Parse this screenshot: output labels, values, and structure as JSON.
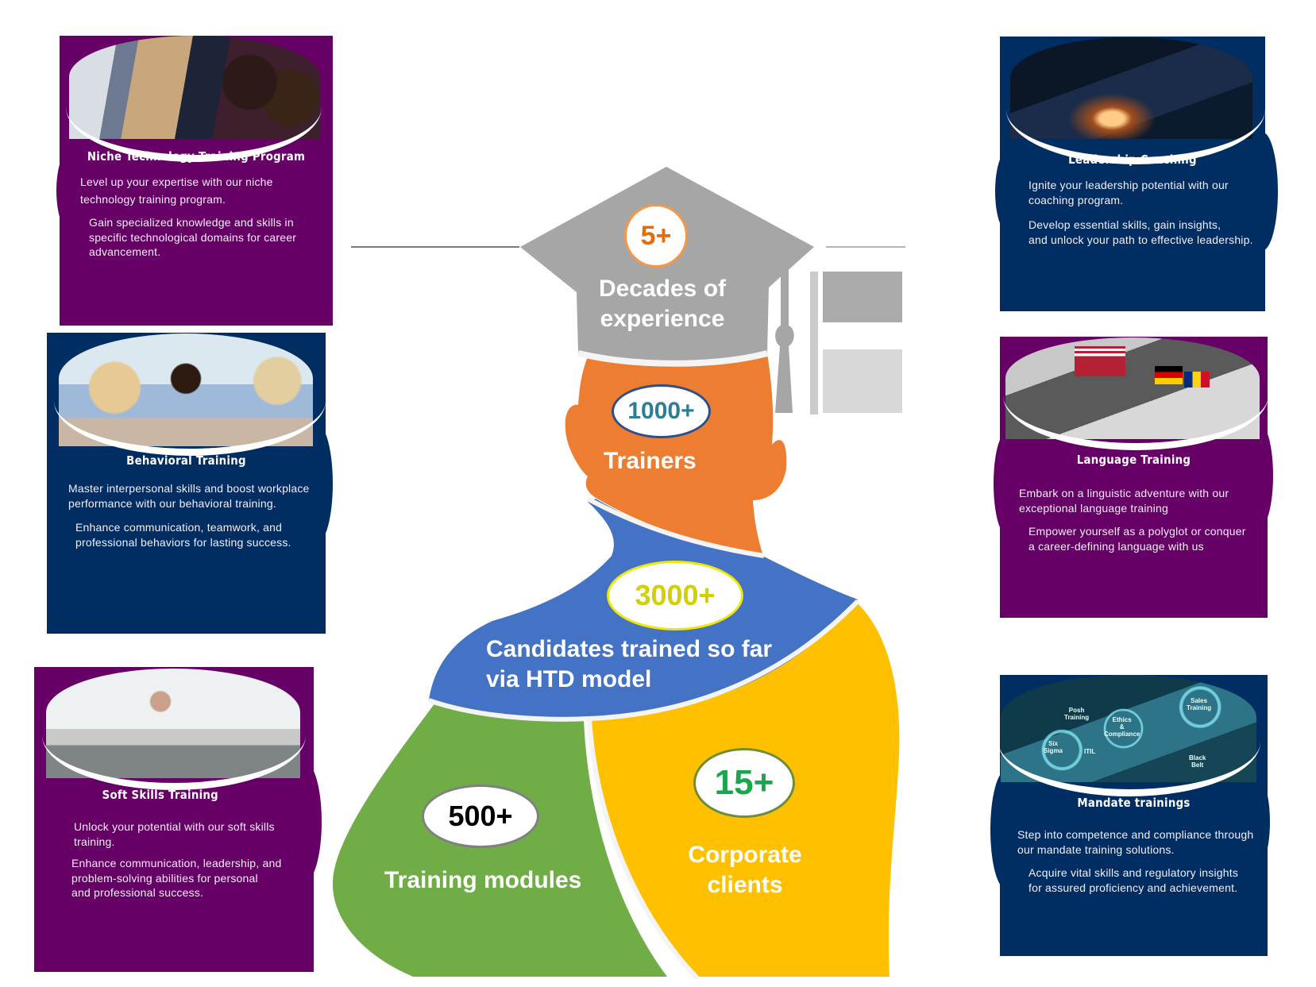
{
  "colors": {
    "purple": "#660066",
    "navy": "#002D62",
    "cap_gray": "#A6A6A6",
    "head_orange": "#ED7D31",
    "shoulder_blue": "#4472C4",
    "torso_green": "#70AD47",
    "torso_yellow": "#FFC000"
  },
  "cards": [
    {
      "title": "Niche Technology Training Program",
      "para1": "Level up your expertise with our niche\ntechnology training program.",
      "para2": "Gain specialized knowledge and skills in\nspecific  technological domains for career\nadvancement.",
      "image": "people-working-at-computers-photo"
    },
    {
      "title": "Behavioral Training",
      "para1": "Master interpersonal skills and boost workplace\nperformance with our behavioral training.",
      "para2": "Enhance communication, teamwork, and\nprofessional behaviors for lasting success.",
      "image": "colleagues-meeting-photo"
    },
    {
      "title": "Soft Skills Training",
      "para1": "Unlock your potential with our soft skills\ntraining.",
      "para2": "Enhance communication, leadership, and\nproblem-solving abilities for personal\nand professional success.",
      "image": "conference-room-meeting-photo"
    },
    {
      "title": "Leadership Coaching",
      "para1": "Ignite your leadership potential with our\n coaching program.",
      "para2": "Develop essential skills, gain insights,\nand unlock your path to effective leadership.",
      "image": "hand-holding-team-figures-photo"
    },
    {
      "title": "Language Training",
      "para1": "Embark on a linguistic adventure with our\nexceptional language training",
      "para2": "Empower yourself as a polyglot or conquer\na career-defining language with us",
      "image": "flags-touchscreen-photo"
    },
    {
      "title": "Mandate trainings",
      "para1": "Step into competence and compliance through\n our mandate training solutions.",
      "para2": "Acquire vital skills and regulatory insights\nfor assured proficiency and achievement.",
      "image": "compliance-network-photo",
      "image_labels": [
        "Posh\nTraining",
        "Ethics\n&\nCompliance",
        "Sales\nTraining",
        "Six\nSigma",
        "ITIL",
        "Black\nBelt"
      ]
    }
  ],
  "stats": [
    {
      "value": "5+",
      "label": "Decades of\nexperience",
      "value_color": "#E46C0A",
      "ring_color": "#F79646"
    },
    {
      "value": "1000+",
      "label": "Trainers",
      "value_color": "#2A7F96",
      "ring_color": "#2F4F8A"
    },
    {
      "value": "3000+",
      "label": "Candidates trained so far\nvia HTD model",
      "value_color": "#D4D000",
      "ring_color": "#F0E800"
    },
    {
      "value": "500+",
      "label": "Training modules",
      "value_color": "#000000",
      "ring_color": "#808080"
    },
    {
      "value": "15+",
      "label": "Corporate\nclients",
      "value_color": "#16A84A",
      "ring_color": "#6B8E3A"
    }
  ]
}
